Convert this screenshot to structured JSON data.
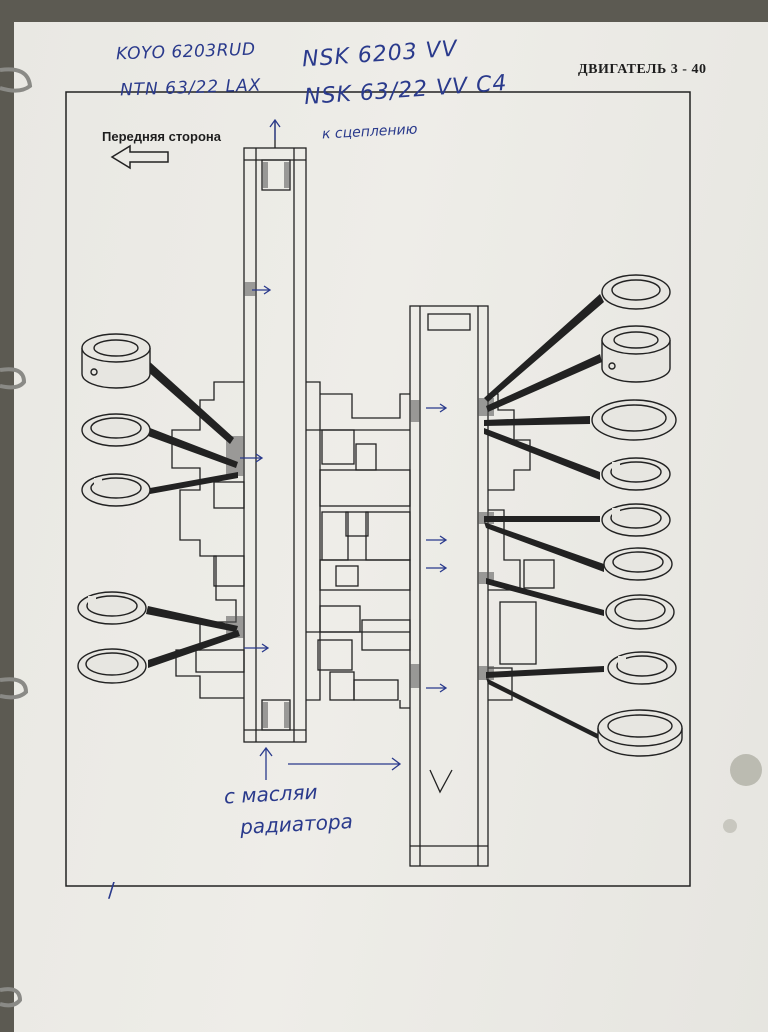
{
  "page": {
    "header": "ДВИГАТЕЛЬ 3 - 40",
    "front_side_label": "Передняя сторона"
  },
  "handwriting": {
    "bearing_koyo": "KOYO 6203RUD",
    "bearing_ntn": "NTN 63/22 LAX",
    "bearing_nsk_1": "NSK 6203 VV",
    "bearing_nsk_2": "NSK 63/22 VV C4",
    "to_clutch": "к сцеплению",
    "from_radiator_1": "с масляи",
    "from_radiator_2": "радиатора",
    "margin_mark": "/"
  },
  "colors": {
    "ink_print": "#1e1e1e",
    "ink_pen": "#2a3a8c",
    "paper": "#eceae5",
    "background": "#5c5a52"
  }
}
